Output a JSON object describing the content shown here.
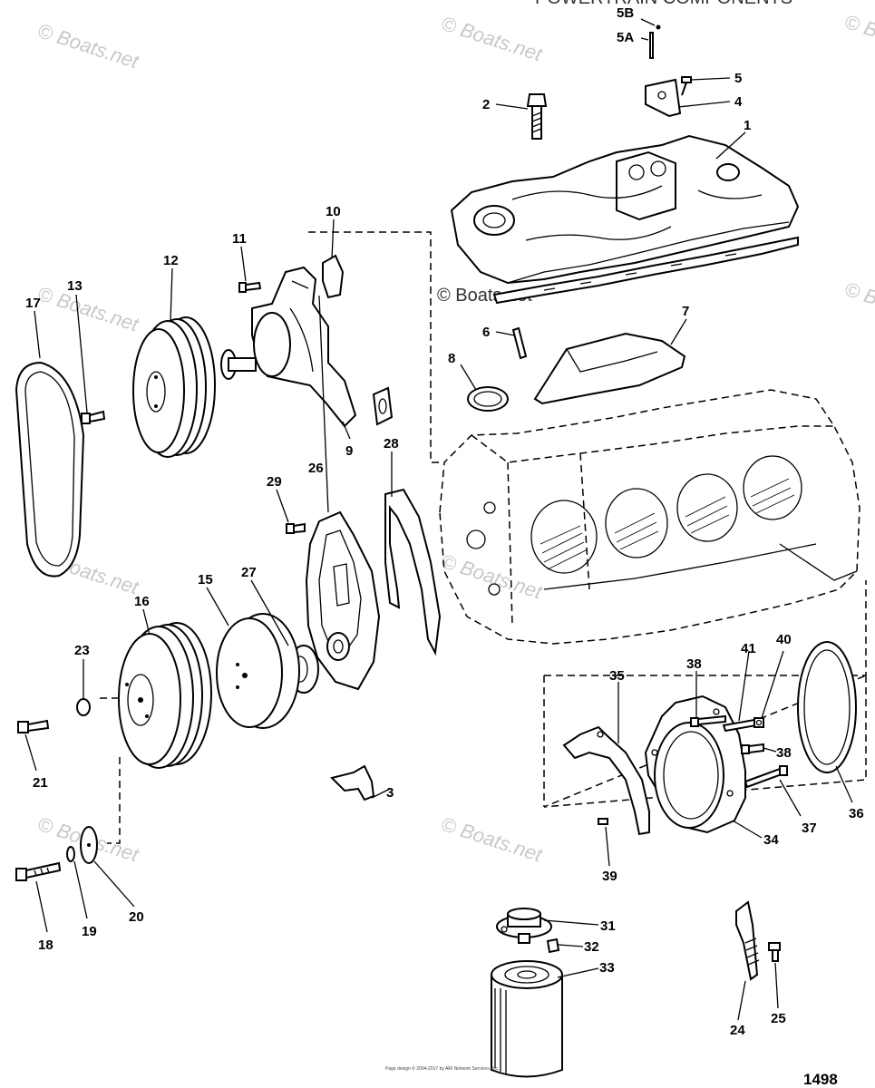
{
  "header_fragment": "POWERTRAIN COMPONENTS",
  "watermarks": [
    "© Boats.net",
    "© Boats.net",
    "© Boats.net",
    "© Boats.net",
    "© Boats.net",
    "© Boats.net",
    "© Boats.net",
    "© Boats.net",
    "© Boats.net"
  ],
  "center_watermark": "© Boats.net",
  "callouts": {
    "c1": "1",
    "c2": "2",
    "c3": "3",
    "c4": "4",
    "c5": "5",
    "c5A": "5A",
    "c5B": "5B",
    "c6": "6",
    "c7": "7",
    "c8": "8",
    "c9": "9",
    "c10": "10",
    "c11": "11",
    "c12": "12",
    "c13": "13",
    "c15": "15",
    "c16": "16",
    "c17": "17",
    "c18": "18",
    "c19": "19",
    "c20": "20",
    "c21": "21",
    "c23": "23",
    "c24": "24",
    "c25": "25",
    "c26": "26",
    "c27": "27",
    "c28": "28",
    "c29": "29",
    "c31": "31",
    "c32": "32",
    "c33": "33",
    "c34": "34",
    "c35": "35",
    "c36": "36",
    "c37": "37",
    "c38a": "38",
    "c38b": "38",
    "c39": "39",
    "c40": "40",
    "c41": "41"
  },
  "copyright": "Page design © 2004-2017 by ARI Network Services, Inc.",
  "figure_number": "1498"
}
